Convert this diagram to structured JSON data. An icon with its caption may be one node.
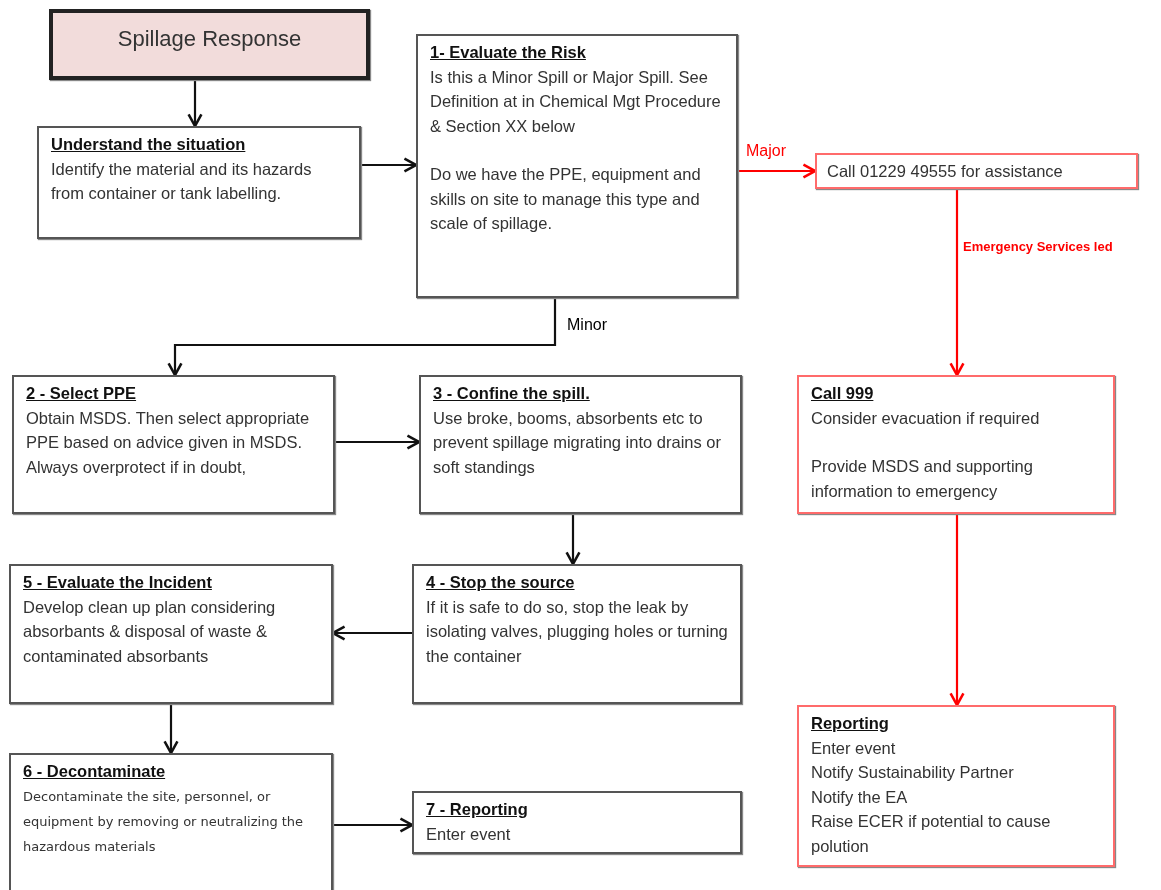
{
  "diagram": {
    "nodes": [
      {
        "text": [
          "Spillage Response"
        ]
      },
      {
        "text": [
          "Understand the situation",
          "Identify the material and its hazards from container or tank labelling."
        ]
      },
      {
        "text": [
          "1- Evaluate the Risk",
          "Is this a Minor Spill or Major Spill. See Definition at in Chemical Mgt Procedure & Section XX below",
          "Do we have the PPE, equipment and skills on site to manage this type and scale of spillage."
        ]
      },
      {
        "text": [
          "Call 01229 49555 for assistance"
        ]
      },
      {
        "text": [
          "Call 999",
          "Consider evacuation if required",
          "Provide MSDS and supporting information to emergency"
        ]
      },
      {
        "text": [
          "Reporting",
          "Enter event",
          "Notify Sustainability Partner",
          "Notify the EA",
          "Raise ECER if potential to cause polution"
        ]
      },
      {
        "text": [
          "2 - Select PPE",
          "Obtain MSDS. Then select appropriate PPE based on advice given in MSDS. Always overprotect if in doubt,"
        ]
      },
      {
        "text": [
          "3 - Confine the spill.",
          "Use broke, booms, absorbents etc to prevent spillage migrating into drains or soft standings"
        ]
      },
      {
        "text": [
          "4 - Stop the source",
          "If it is safe to do so, stop the leak by isolating valves, plugging holes or turning the container"
        ]
      },
      {
        "text": [
          "5 - Evaluate the Incident",
          "Develop clean up plan considering absorbants & disposal of waste & contaminated absorbants"
        ]
      },
      {
        "text": [
          "6 - Decontaminate",
          "Decontaminate the site, personnel, or equipment by removing or neutralizing the hazardous materials"
        ]
      },
      {
        "text": [
          "7 - Reporting",
          "Enter event"
        ]
      }
    ],
    "edges": [
      {
        "from": 0,
        "to": 1,
        "arrow": "to"
      },
      {
        "from": 1,
        "to": 2,
        "arrow": "to"
      },
      {
        "from": 2,
        "to": 3,
        "arrow": "to",
        "label": "Major",
        "color": "#ff0000"
      },
      {
        "from": 3,
        "to": 4,
        "arrow": "to",
        "label": "Emergency Services led",
        "color": "#ff0000"
      },
      {
        "from": 4,
        "to": 5,
        "arrow": "to",
        "color": "#ff0000"
      },
      {
        "from": 2,
        "to": 6,
        "arrow": "to",
        "label": "Minor"
      },
      {
        "from": 6,
        "to": 7,
        "arrow": "to"
      },
      {
        "from": 7,
        "to": 8,
        "arrow": "to"
      },
      {
        "from": 8,
        "to": 9,
        "arrow": "to"
      },
      {
        "from": 9,
        "to": 10,
        "arrow": "to"
      },
      {
        "from": 10,
        "to": 11,
        "arrow": "to"
      }
    ]
  }
}
